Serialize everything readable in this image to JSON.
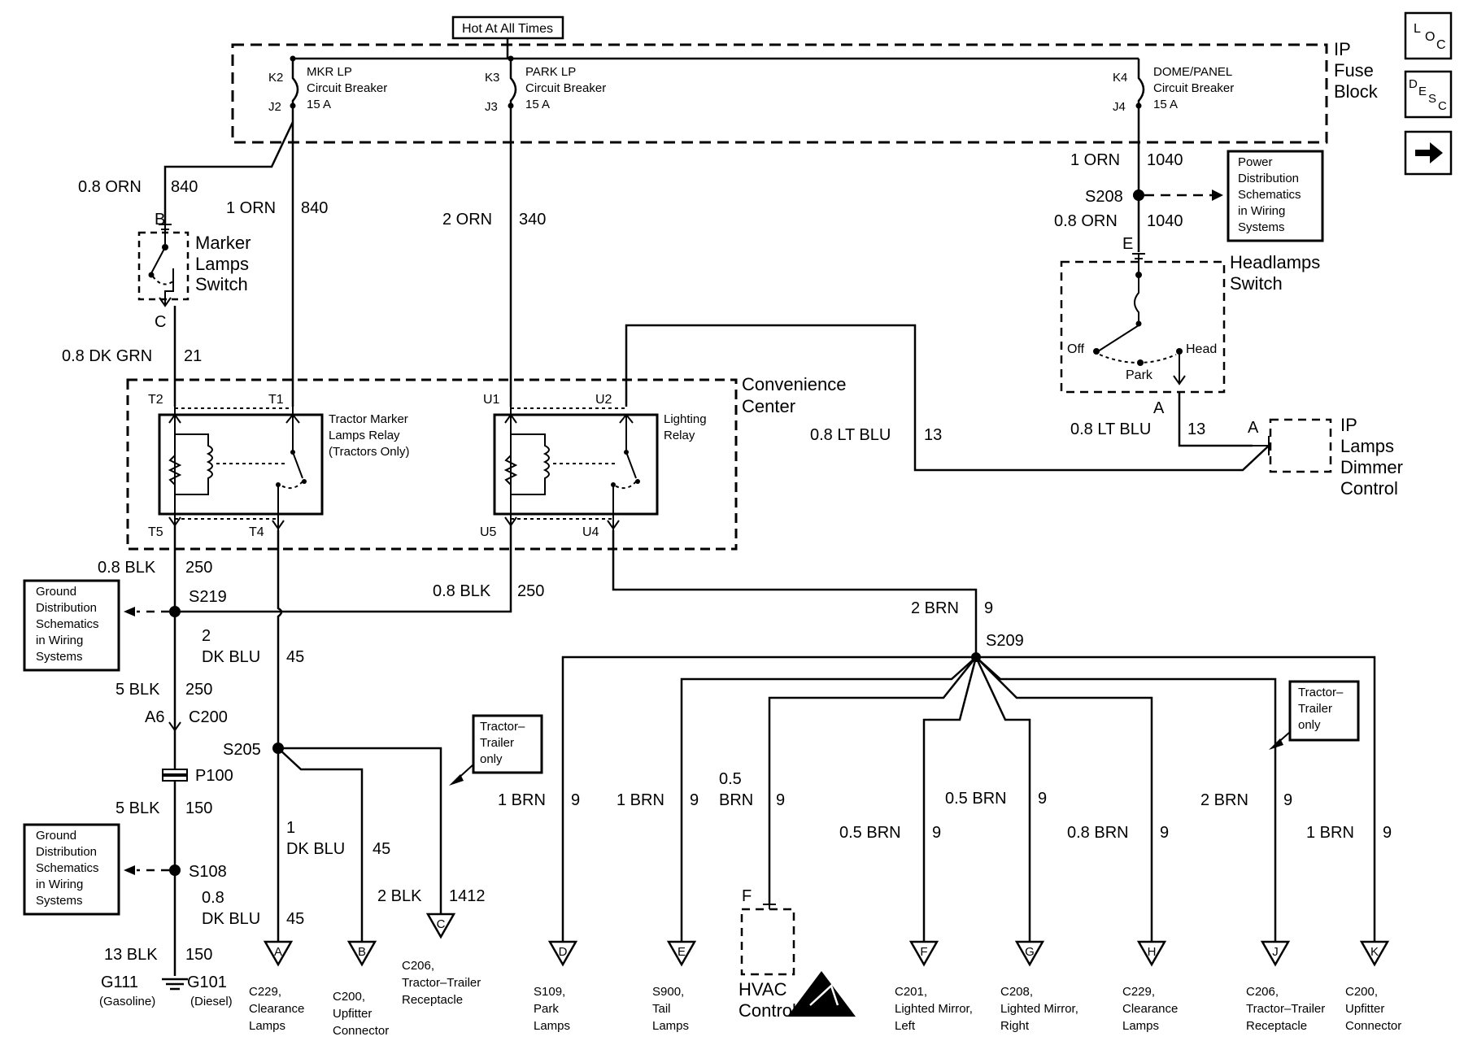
{
  "top_label": "Hot At All Times",
  "fuse_block": {
    "label": [
      "IP",
      "Fuse",
      "Block"
    ],
    "breakers": [
      {
        "in_pin": "K2",
        "out_pin": "J2",
        "name": "MKR LP",
        "desc": "Circuit Breaker",
        "rating": "15 A"
      },
      {
        "in_pin": "K3",
        "out_pin": "J3",
        "name": "PARK LP",
        "desc": "Circuit Breaker",
        "rating": "15 A"
      },
      {
        "in_pin": "K4",
        "out_pin": "J4",
        "name": "DOME/PANEL",
        "desc": "Circuit Breaker",
        "rating": "15 A"
      }
    ]
  },
  "nav_icons": [
    {
      "name": "LOC",
      "letters": [
        "L",
        "O",
        "C"
      ]
    },
    {
      "name": "DESC",
      "letters": [
        "D",
        "E",
        "S",
        "C"
      ]
    },
    {
      "name": "next",
      "glyph": "🡆"
    }
  ],
  "wires": {
    "w1": {
      "size": "0.8 ORN",
      "num": "840"
    },
    "w2": {
      "size": "1 ORN",
      "num": "840"
    },
    "w3": {
      "size": "2 ORN",
      "num": "340"
    },
    "w4": {
      "size": "1 ORN",
      "num": "1040"
    },
    "w5": {
      "size": "0.8 ORN",
      "num": "1040"
    },
    "w6": {
      "size": "0.8 DK GRN",
      "num": "21"
    },
    "w7": {
      "size": "0.8 LT BLU",
      "num": "13"
    },
    "w8": {
      "size": "0.8 LT BLU",
      "num": "13"
    },
    "w9": {
      "size": "0.8 BLK",
      "num": "250"
    },
    "w10": {
      "size": "0.8 BLK",
      "num": "250"
    },
    "w11": {
      "size_a": "2",
      "size_b": "DK BLU",
      "num": "45"
    },
    "w12": {
      "size": "5 BLK",
      "num": "250"
    },
    "w13": {
      "size": "5 BLK",
      "num": "150"
    },
    "w14": {
      "size_a": "0.8",
      "size_b": "DK BLU",
      "num": "45"
    },
    "w15": {
      "size": "13 BLK",
      "num": "150"
    },
    "w16": {
      "size_a": "1",
      "size_b": "DK BLU",
      "num": "45"
    },
    "w17": {
      "size": "2 BLK",
      "num": "1412"
    },
    "w18": {
      "size": "2 BRN",
      "num": "9"
    }
  },
  "splices": {
    "s208": "S208",
    "s219": "S219",
    "s205": "S205",
    "s108": "S108",
    "s209": "S209",
    "p100": "P100"
  },
  "connectors": {
    "a6": "A6",
    "c200": "C200",
    "b": "B",
    "c": "C",
    "e": "E",
    "a_hs": "A",
    "a_dim": "A",
    "f_hvac": "F"
  },
  "marker_switch": [
    "Marker",
    "Lamps",
    "Switch"
  ],
  "headlamps_switch": {
    "title": [
      "Headlamps",
      "Switch"
    ],
    "off": "Off",
    "park": "Park",
    "head": "Head"
  },
  "power_dist_box": [
    "Power",
    "Distribution",
    "Schematics",
    "in Wiring",
    "Systems"
  ],
  "ground_dist_box": [
    "Ground",
    "Distribution",
    "Schematics",
    "in Wiring",
    "Systems"
  ],
  "convenience_center": {
    "label": [
      "Convenience",
      "Center"
    ],
    "pins": {
      "t2": "T2",
      "t1": "T1",
      "t5": "T5",
      "t4": "T4",
      "u1": "U1",
      "u2": "U2",
      "u5": "U5",
      "u4": "U4"
    },
    "relay1": [
      "Tractor Marker",
      "Lamps Relay",
      "(Tractors Only)"
    ],
    "relay2": [
      "Lighting",
      "Relay"
    ]
  },
  "dimmer": [
    "IP",
    "Lamps",
    "Dimmer",
    "Control"
  ],
  "grounds": {
    "g111": "G111",
    "g101": "G101",
    "g111_note": "(Gasoline)",
    "g101_note": "(Diesel)"
  },
  "tractor_trailer_note": [
    "Tractor–",
    "Trailer",
    "only"
  ],
  "branches": [
    {
      "size": "1 BRN",
      "num": "9"
    },
    {
      "size": "1 BRN",
      "num": "9"
    },
    {
      "size_a": "0.5",
      "size_b": "BRN",
      "num": "9"
    },
    {
      "size": "0.5 BRN",
      "num": "9"
    },
    {
      "size": "0.5 BRN",
      "num": "9"
    },
    {
      "size": "0.8 BRN",
      "num": "9"
    },
    {
      "size": "2 BRN",
      "num": "9"
    },
    {
      "size": "1 BRN",
      "num": "9"
    }
  ],
  "hvac": [
    "HVAC",
    "Control"
  ],
  "destinations": [
    {
      "letter": "A",
      "lines": [
        "C229,",
        "Clearance",
        "Lamps"
      ]
    },
    {
      "letter": "B",
      "lines": [
        "C200,",
        "Upfitter",
        "Connector"
      ]
    },
    {
      "letter": "C",
      "lines": [
        "C206,",
        "Tractor–Trailer",
        "Receptacle"
      ]
    },
    {
      "letter": "D",
      "lines": [
        "S109,",
        "Park",
        "Lamps"
      ]
    },
    {
      "letter": "E",
      "lines": [
        "S900,",
        "Tail",
        "Lamps"
      ]
    },
    {
      "letter": "F",
      "lines": [
        "C201,",
        "Lighted Mirror,",
        "Left"
      ]
    },
    {
      "letter": "G",
      "lines": [
        "C208,",
        "Lighted Mirror,",
        "Right"
      ]
    },
    {
      "letter": "H",
      "lines": [
        "C229,",
        "Clearance",
        "Lamps"
      ]
    },
    {
      "letter": "J",
      "lines": [
        "C206,",
        "Tractor–Trailer",
        "Receptacle"
      ]
    },
    {
      "letter": "K",
      "lines": [
        "C200,",
        "Upfitter",
        "Connector"
      ]
    }
  ]
}
